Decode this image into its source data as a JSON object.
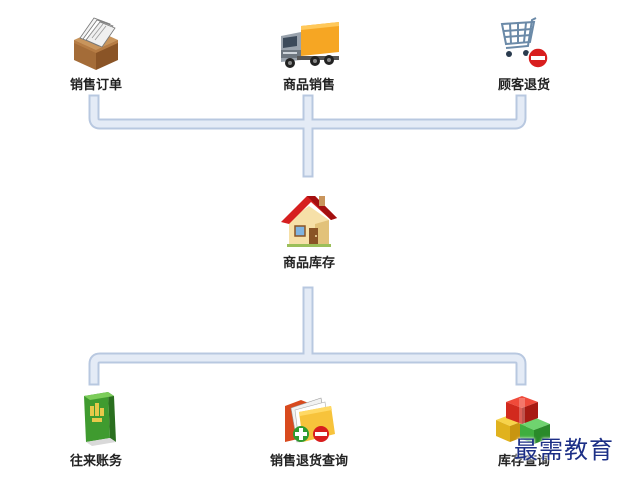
{
  "nodes": {
    "sales_order": {
      "label": "销售订单",
      "icon": "document-box-icon"
    },
    "product_sales": {
      "label": "商品销售",
      "icon": "delivery-truck-icon"
    },
    "customer_return": {
      "label": "顾客退货",
      "icon": "shopping-cart-remove-icon"
    },
    "inventory": {
      "label": "商品库存",
      "icon": "house-icon"
    },
    "accounts": {
      "label": "往来账务",
      "icon": "ledger-book-icon"
    },
    "sales_return_query": {
      "label": "销售退货查询",
      "icon": "folder-add-remove-icon"
    },
    "stock_query": {
      "label": "库存查询",
      "icon": "stacked-boxes-icon"
    }
  },
  "colors": {
    "connector_fill": "#dde6f3",
    "connector_edge": "#b8c8e0",
    "label_text": "#222222",
    "watermark": "#1c2f86"
  },
  "watermark": {
    "text": "最需教育"
  }
}
